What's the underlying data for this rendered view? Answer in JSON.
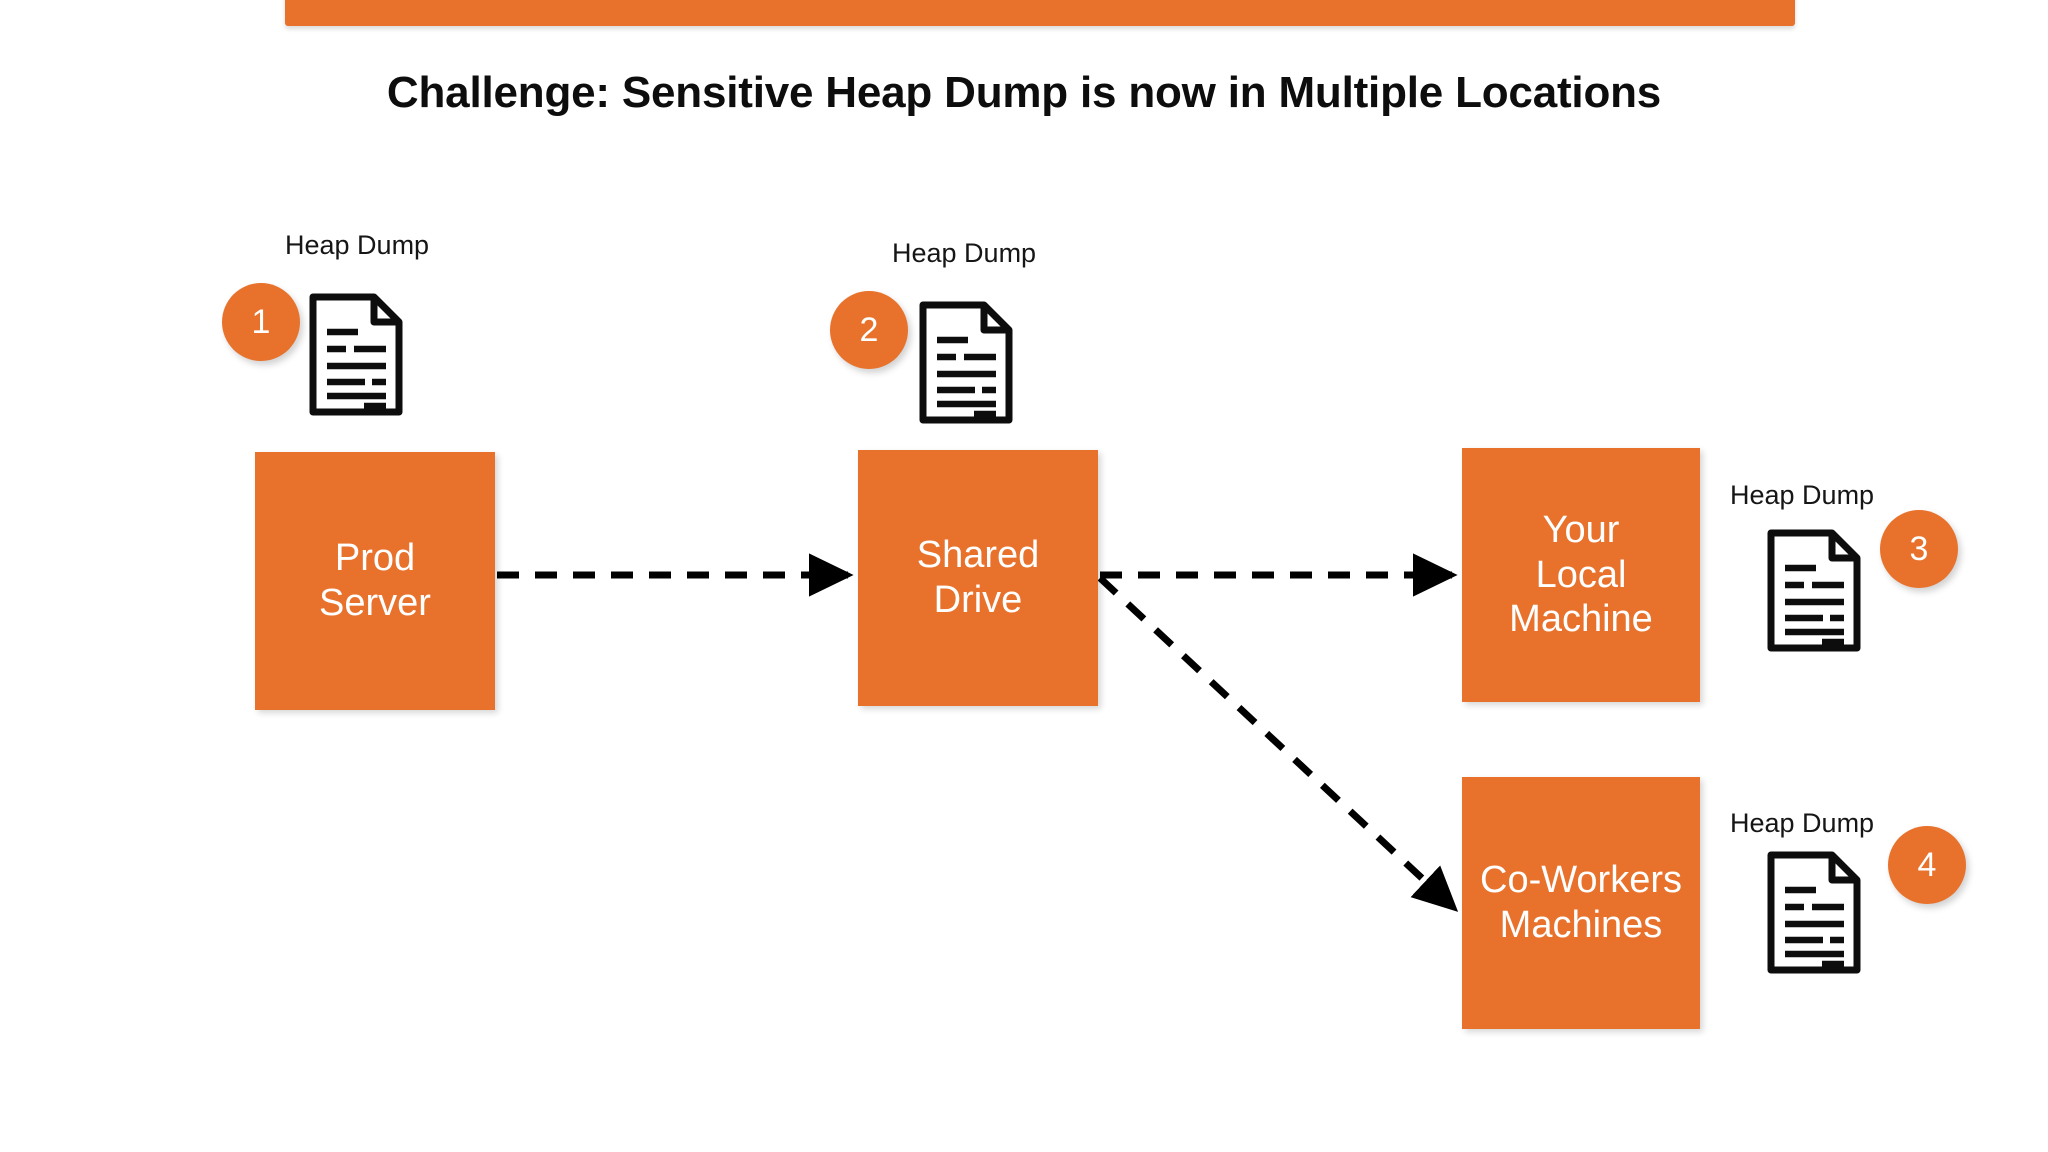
{
  "slide": {
    "title": "Challenge: Sensitive Heap Dump is now in Multiple Locations",
    "accent_color": "#E8722C",
    "title_color": "#0d0d0d",
    "background_color": "#FFFFFF",
    "node_text_color": "#FFFFFF",
    "arrow_color": "#000000"
  },
  "nodes": [
    {
      "id": "prod-server",
      "label": "Prod\nServer"
    },
    {
      "id": "shared-drive",
      "label": "Shared\nDrive"
    },
    {
      "id": "local-machine",
      "label": "Your\nLocal\nMachine"
    },
    {
      "id": "coworkers",
      "label": "Co-Workers\nMachines"
    }
  ],
  "heap_dumps": [
    {
      "id": "dump-1",
      "caption": "Heap Dump",
      "badge": "1",
      "icon": "document-icon"
    },
    {
      "id": "dump-2",
      "caption": "Heap Dump",
      "badge": "2",
      "icon": "document-icon"
    },
    {
      "id": "dump-3",
      "caption": "Heap Dump",
      "badge": "3",
      "icon": "document-icon"
    },
    {
      "id": "dump-4",
      "caption": "Heap Dump",
      "badge": "4",
      "icon": "document-icon"
    }
  ],
  "connections": [
    {
      "id": "prod-to-shared",
      "from": "prod-server",
      "to": "shared-drive",
      "style": "dashed",
      "arrow": true
    },
    {
      "id": "shared-to-local",
      "from": "shared-drive",
      "to": "local-machine",
      "style": "dashed",
      "arrow": true
    },
    {
      "id": "shared-to-coworkers",
      "from": "shared-drive",
      "to": "coworkers",
      "style": "dashed",
      "arrow": true
    }
  ]
}
